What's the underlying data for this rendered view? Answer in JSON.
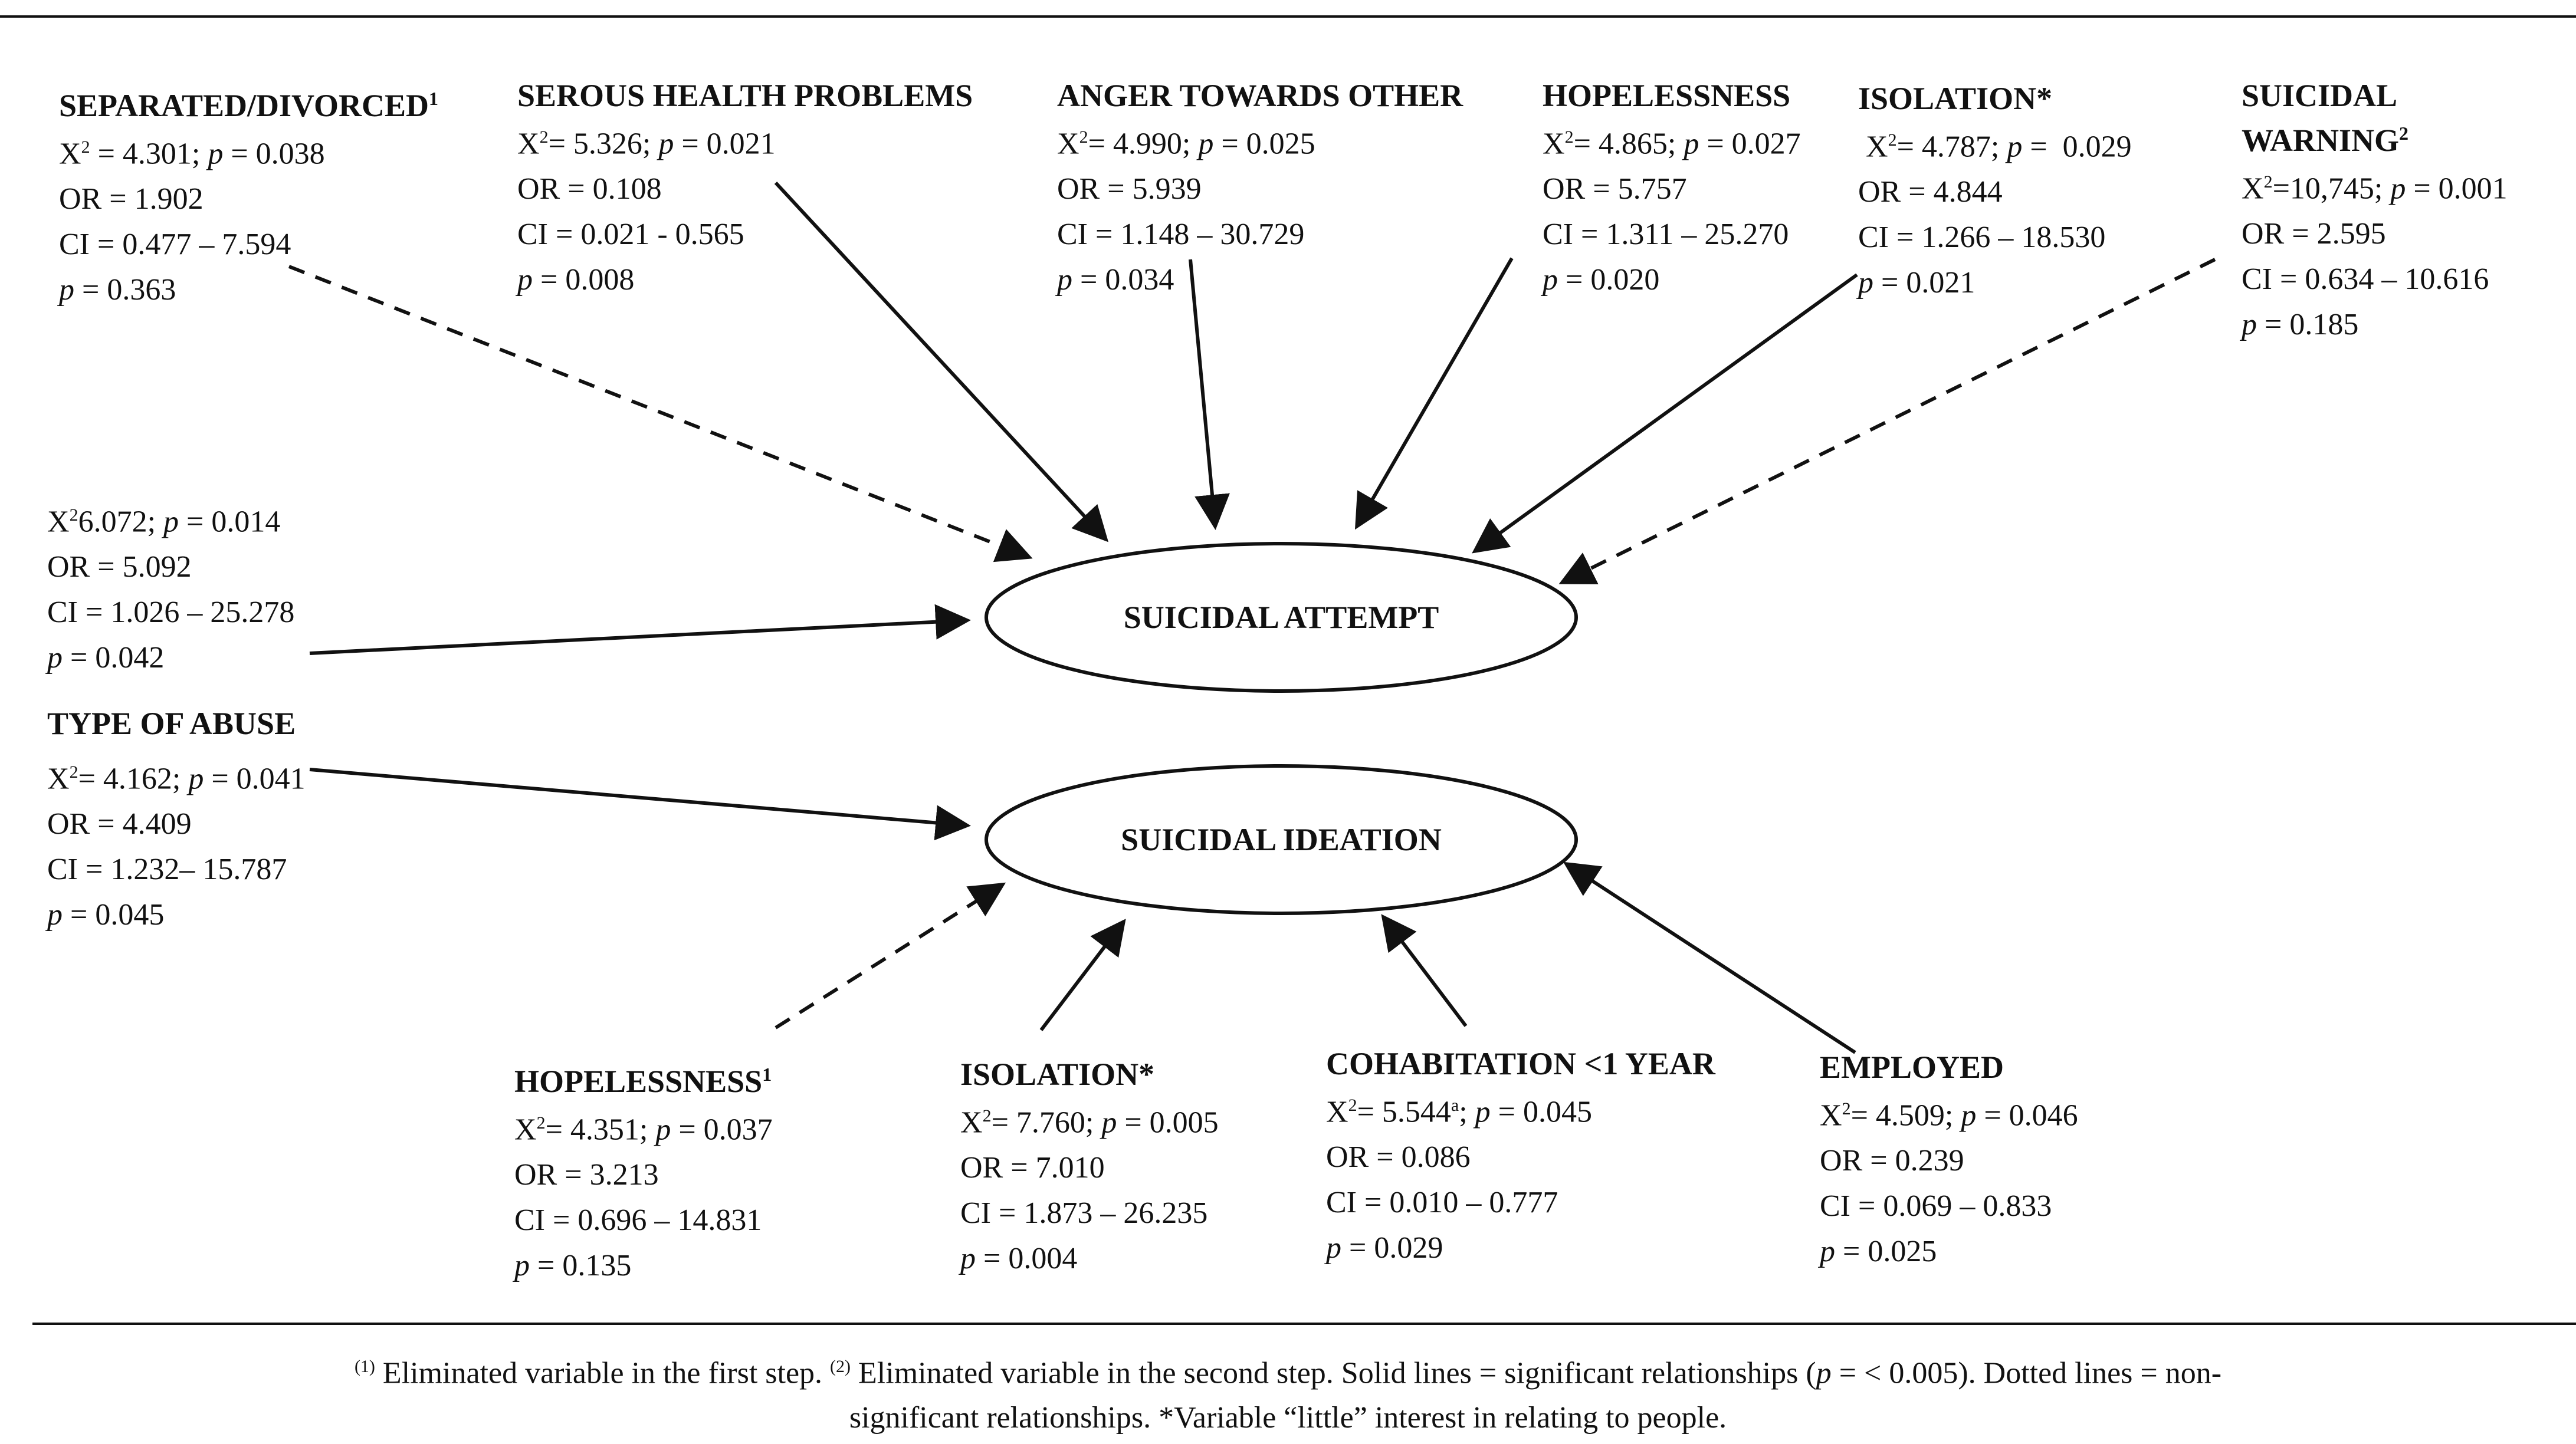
{
  "outcomes": {
    "attempt": "SUICIDAL ATTEMPT",
    "ideation": "SUICIDAL IDEATION"
  },
  "nodes": {
    "separated": {
      "title": "SEPARATED/DIVORCED",
      "title_sup": "1",
      "x2": "4.301",
      "x2_p": "0.038",
      "or": "1.902",
      "ci": "0.477 – 7.594",
      "p": "0.363",
      "target": "attempt",
      "significant": false
    },
    "serious_health": {
      "title": "SEROUS HEALTH PROBLEMS",
      "x2": "5.326",
      "x2_p": "0.021",
      "or": "0.108",
      "ci": "0.021 - 0.565",
      "p": "0.008",
      "target": "attempt",
      "significant": true
    },
    "anger": {
      "title": "ANGER TOWARDS OTHER",
      "x2": "4.990",
      "x2_p": "0.025",
      "or": "5.939",
      "ci": "1.148 – 30.729",
      "p": "0.034",
      "target": "attempt",
      "significant": true
    },
    "hopelessness_top": {
      "title": "HOPELESSNESS",
      "x2": "4.865",
      "x2_p": "0.027",
      "or": "5.757",
      "ci": "1.311 – 25.270",
      "p": "0.020",
      "target": "attempt",
      "significant": true
    },
    "isolation_top": {
      "title": "ISOLATION*",
      "x2": "4.787",
      "x2_p": "0.029",
      "or": "4.844",
      "ci": "1.266 – 18.530",
      "p": "0.021",
      "target": "attempt",
      "significant": true
    },
    "suicidal_warning": {
      "title_line1": "SUICIDAL",
      "title_line2": "WARNING",
      "title_sup": "2",
      "x2": "10,745",
      "x2_p": "0.001",
      "or": "2.595",
      "ci": "0.634 – 10.616",
      "p": "0.185",
      "target": "attempt",
      "significant": false
    },
    "type_abuse": {
      "title": "TYPE OF ABUSE",
      "attempt": {
        "x2": "6.072",
        "x2_p": "0.014",
        "or": "5.092",
        "ci": "1.026 – 25.278",
        "p": "0.042"
      },
      "ideation": {
        "x2": "4.162",
        "x2_p": "0.041",
        "or": "4.409",
        "ci": "1.232– 15.787",
        "p": "0.045"
      },
      "significant": true
    },
    "hopelessness_bottom": {
      "title": "HOPELESSNESS",
      "title_sup": "1",
      "x2": "4.351",
      "x2_p": "0.037",
      "or": "3.213",
      "ci": "0.696 – 14.831",
      "p": "0.135",
      "target": "ideation",
      "significant": false
    },
    "isolation_bottom": {
      "title": "ISOLATION*",
      "x2": "7.760",
      "x2_p": "0.005",
      "or": "7.010",
      "ci": "1.873 – 26.235",
      "p": "0.004",
      "target": "ideation",
      "significant": true
    },
    "cohabitation": {
      "title": "COHABITATION <1 YEAR",
      "x2": "5.544",
      "x2_sup": "a",
      "x2_p": "0.045",
      "or": "0.086",
      "ci": "0.010 – 0.777",
      "p": "0.029",
      "target": "ideation",
      "significant": true
    },
    "employed": {
      "title": "EMPLOYED",
      "x2": "4.509",
      "x2_p": "0.046",
      "or": "0.239",
      "ci": "0.069 – 0.833",
      "p": "0.025",
      "target": "ideation",
      "significant": true
    }
  },
  "labels": {
    "x": "X",
    "x_sup": "2",
    "or": "OR",
    "ci": "CI",
    "p": "p"
  },
  "footer": {
    "sup1": "(1)",
    "text1": " Eliminated variable in the first step. ",
    "sup2": "(2)",
    "text2": " Eliminated variable in the second step. Solid lines = significant relationships (",
    "p": "p",
    "text3": " = < 0.005). Dotted lines = non-",
    "line2": "significant relationships. *Variable “little” interest in relating to people."
  }
}
